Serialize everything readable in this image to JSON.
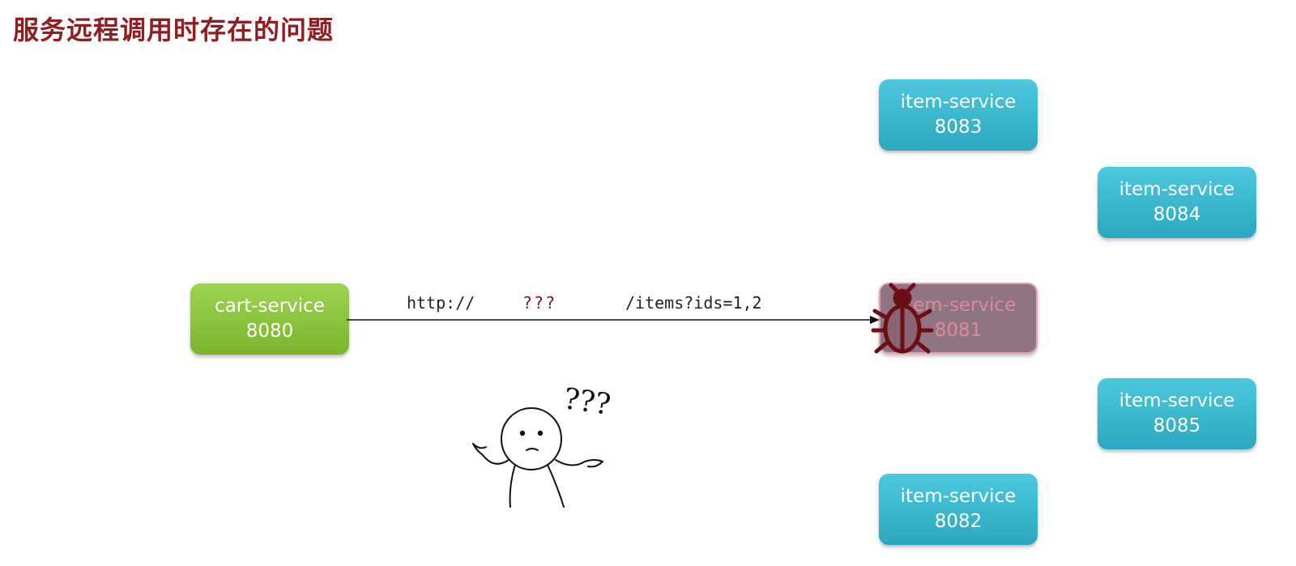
{
  "title": "服务远程调用时存在的问题",
  "caller": {
    "name": "cart-service",
    "port": "8080"
  },
  "instances": [
    {
      "name": "item-service",
      "port": "8083",
      "status": "ok"
    },
    {
      "name": "item-service",
      "port": "8084",
      "status": "ok"
    },
    {
      "name": "item-service",
      "port": "8081",
      "status": "failed"
    },
    {
      "name": "item-service",
      "port": "8085",
      "status": "ok"
    },
    {
      "name": "item-service",
      "port": "8082",
      "status": "ok"
    }
  ],
  "request": {
    "scheme": "http://",
    "host": "???",
    "path": "/items?ids=1,2"
  },
  "thought": "???",
  "colors": {
    "title": "#8f1d22",
    "instance": "#2aa8bf",
    "caller": "#7bb52c",
    "failed": "#8f7484",
    "bug": "#6b0f14"
  },
  "icons": {
    "failed_marker": "bug-icon",
    "confused_person": "shrugging-person-icon"
  }
}
